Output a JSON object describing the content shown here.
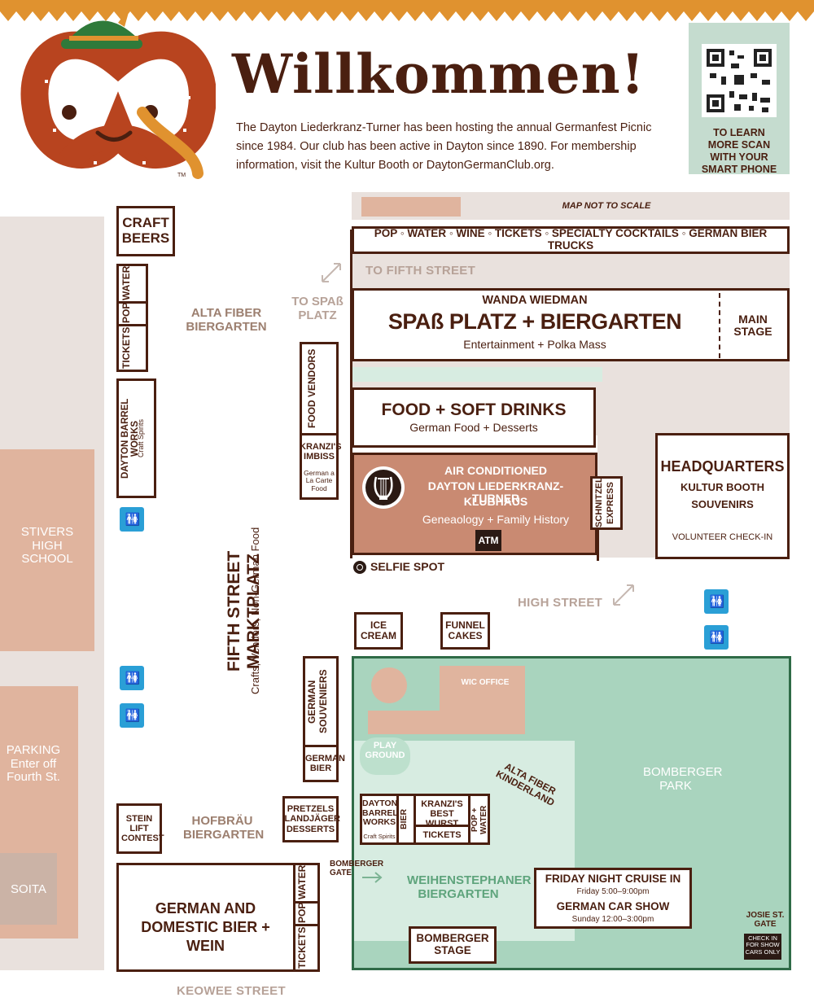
{
  "header": {
    "title": "Willkommen!",
    "intro": "The Dayton Liederkranz-Turner has been hosting the annual Germanfest Picnic since 1984. Our club has been active in Dayton since 1890. For membership information, visit the Kultur Booth or DaytonGermanClub.org.",
    "tm": "TM",
    "qr_text": "TO LEARN MORE SCAN WITH YOUR SMART PHONE"
  },
  "colors": {
    "brown": "#4a1f10",
    "salmon": "#e0b49e",
    "klubhaus": "#c98a72",
    "green": "#a9d4be",
    "green_light": "#d7ece1",
    "grey": "#e9e1dd",
    "orange": "#e0922f",
    "blue": "#2a9fd6"
  },
  "map": {
    "not_to_scale": "MAP NOT TO SCALE",
    "vendor_strip": "POP ◦ WATER ◦ WINE ◦ TICKETS ◦ SPECIALTY COCKTAILS ◦ GERMAN BIER TRUCKS",
    "to_fifth": "TO FIFTH STREET",
    "to_spass": "TO SPAß PLATZ",
    "spass_top": "WANDA WIEDMAN",
    "spass_title": "SPAß PLATZ + BIERGARTEN",
    "spass_sub": "Entertainment + Polka Mass",
    "main_stage": "MAIN STAGE",
    "food_title": "FOOD + SOFT DRINKS",
    "food_sub": "German Food + Desserts",
    "klub_line1": "AIR CONDITIONED",
    "klub_line2": "DAYTON LIEDERKRANZ-TURNER",
    "klub_line3": "KLUBHAUS",
    "klub_sub": "Geneaology + Family History",
    "atm": "ATM",
    "schnitzel": "SCHNITZEL EXPRESS",
    "hq_title": "HEADQUARTERS",
    "hq_sub1": "KULTUR BOOTH",
    "hq_sub2": "SOUVENIRS",
    "hq_sub3": "VOLUNTEER CHECK-IN",
    "selfie": "SELFIE SPOT",
    "high_street": "HIGH STREET",
    "ice_cream": "ICE CREAM",
    "funnel": "FUNNEL CAKES",
    "food_vendors": "FOOD VENDORS",
    "kranzi_imbiss": "KRANZI'S IMBISS",
    "imbiss_sub": "German a La Carte Food",
    "craft_beers": "CRAFT BEERS",
    "water": "WATER",
    "pop": "POP",
    "tickets": "TICKETS",
    "dbw": "DAYTON BARREL WORKS",
    "craft_spirits": "Craft Spirits",
    "alta_bier": "ALTA FIBER BIERGARTEN",
    "fifth_market": "FIFTH STREET MARKTPLATZ",
    "fifth_sub": "Crafts, Vendors, Non-German Food",
    "stivers": "STIVERS HIGH SCHOOL",
    "parking": "PARKING Enter off Fourth St.",
    "soita": "SOITA",
    "german_souv": "GERMAN SOUVENIERS",
    "german_bier": "GERMAN BIER",
    "pretzels": "PRETZELS LANDJÄGER DESSERTS",
    "stein": "STEIN LIFT CONTEST",
    "hofbrau": "HOFBRÄU BIERGARTEN",
    "gd_bier": "GERMAN AND DOMESTIC BIER + WEIN",
    "keowee": "KEOWEE STREET",
    "bomberger_gate": "BOMBERGER GATE",
    "weihen": "WEIHENSTEPHANER BIERGARTEN",
    "bomberger_stage": "BOMBERGER STAGE",
    "wic": "WIC OFFICE",
    "play": "PLAY GROUND",
    "alta_kinder": "ALTA FIBER KINDERLAND",
    "bomberger_park": "BOMBERGER PARK",
    "friday": "FRIDAY NIGHT CRUISE IN",
    "friday_time": "Friday 5:00–9:00pm",
    "car_show": "GERMAN CAR SHOW",
    "car_time": "Sunday 12:00–3:00pm",
    "josie": "JOSIE ST. GATE",
    "checkin": "CHECK IN FOR SHOW CARS ONLY",
    "dbw_short": "DAYTON BARREL WORKS",
    "bier": "BIER",
    "kranzi_wurst": "KRANZI'S BEST WURST",
    "pop_water": "POP + WATER"
  }
}
